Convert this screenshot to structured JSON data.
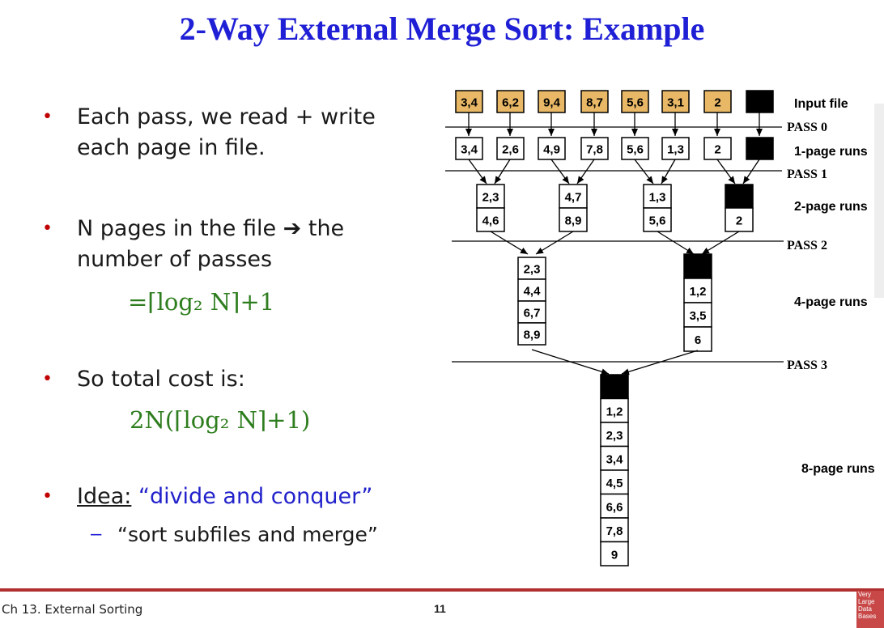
{
  "slide": {
    "title": "2-Way External Merge Sort: Example",
    "bullets": {
      "b1_line1": "Each pass, we read + write",
      "b1_line2": "each page in file.",
      "b2_line1": "N pages in the file ➔ the",
      "b2_line2": "number of passes",
      "b2_formula": "=⌈log₂ N⌉+1",
      "b3_line1": "So total cost is:",
      "b3_formula": "2N(⌈log₂ N⌉+1)",
      "b4_label": "Idea:",
      "b4_text": "“divide and conquer”",
      "sub_text": "“sort subfiles and merge”"
    },
    "footer": {
      "left": "Ch 13. External Sorting",
      "page": "11",
      "logo": [
        "Very",
        "Large",
        "Data",
        "Bases"
      ]
    }
  },
  "diagram": {
    "input_file": [
      "3,4",
      "6,2",
      "9,4",
      "8,7",
      "5,6",
      "3,1",
      "2",
      ""
    ],
    "runs_1": [
      "3,4",
      "2,6",
      "4,9",
      "7,8",
      "5,6",
      "1,3",
      "2",
      ""
    ],
    "runs_2": [
      [
        "2,3",
        "4,6"
      ],
      [
        "4,7",
        "8,9"
      ],
      [
        "1,3",
        "5,6"
      ],
      [
        "",
        "2"
      ]
    ],
    "runs_4": [
      [
        "2,3",
        "4,4",
        "6,7",
        "8,9"
      ],
      [
        "",
        "1,2",
        "3,5",
        "6"
      ]
    ],
    "runs_8": [
      "",
      "1,2",
      "2,3",
      "3,4",
      "4,5",
      "6,6",
      "7,8",
      "9"
    ],
    "labels": {
      "input_file": "Input file",
      "pass0": "PASS 0",
      "runs1": "1-page runs",
      "pass1": "PASS 1",
      "runs2": "2-page runs",
      "pass2": "PASS 2",
      "runs4": "4-page runs",
      "pass3": "PASS 3",
      "runs8": "8-page runs"
    },
    "colors": {
      "input_fill": "#e8b866",
      "black": "#000000",
      "white": "#ffffff"
    }
  }
}
